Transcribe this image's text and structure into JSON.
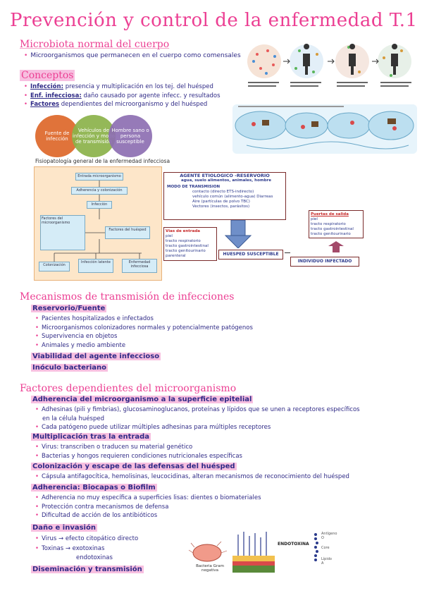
{
  "title": "Prevención y control de la enfermedad T.1",
  "microbiota": {
    "heading": "Microbiota normal del cuerpo",
    "bullet": "Microorganismos que permanecen en el cuerpo como comensales"
  },
  "conceptos": {
    "heading": "Conceptos",
    "items": [
      {
        "label": "Infección:",
        "text": "presencia y multiplicación en los tej. del huésped"
      },
      {
        "label": "Enf. infecciosa:",
        "text": "daño causado por agente infecc. y resultados"
      },
      {
        "label": "Factores",
        "text": "dependientes del microorganismo y del huésped"
      }
    ]
  },
  "venn": {
    "circles": [
      "Fuente de infección",
      "Vehículos de infección y modo de transmisión",
      "Hombre sano o persona susceptible"
    ],
    "caption": "Fisiopatología general de la enfermedad infecciosa"
  },
  "flow": {
    "boxes": [
      "Entrada microorganismo",
      "Adherencia y colonización",
      "Infección",
      "Factores del microorganismo",
      "Factores del huésped",
      "Colonización",
      "Infección latente",
      "Enfermedad infecciosa"
    ]
  },
  "etiologico": {
    "title": "AGENTE ETIOLOGICO -RESERVORIO",
    "subtitle": "agua, suelo alimentos, animales, hombre",
    "modo_title": "MODO DE TRANSMISION",
    "modo_lines": [
      "contacto (directo ETS-indirecto)",
      "vehículo común (alimento-agua) Diarreas",
      "Aire (partículas de polvo TBC)",
      "Vectores (insectos, parásitos)"
    ],
    "entrada_title": "Vías de entrada",
    "entrada_lines": [
      "piel",
      "tracto respiratorio",
      "tracto gastrointestinal",
      "tracto genitourinario",
      "parenteral"
    ],
    "salida_title": "Puertas de salida",
    "salida_lines": [
      "piel",
      "tracto respiratorio",
      "tracto gastrointestinal",
      "tracto genitourinario"
    ],
    "huesped": "HUESPED SUSCEPTIBLE",
    "infectado": "INDIVIDUO INFECTADO"
  },
  "mecanismos": {
    "heading": "Mecanismos de transmisión de infecciones",
    "reservorio": "Reservorio/Fuente",
    "bullets": [
      "Pacientes hospitalizados e infectados",
      "Microorganismos colonizadores normales y potencialmente patógenos",
      "Supervivencia en objetos",
      "Animales y medio ambiente"
    ],
    "viabilidad": "Viabilidad del agente infeccioso",
    "inoculo": "Inóculo bacteriano"
  },
  "factores": {
    "heading": "Factores dependientes del microorganismo",
    "adherencia": "Adherencia del microorganismo a la superficie epitelial",
    "adherencia_bullets": [
      "Adhesinas (pili y fimbrias), glucosaminoglucanos, proteínas y lípidos que se unen a receptores específicos",
      "en la célula huésped",
      "Cada patógeno puede utilizar múltiples adhesinas para múltiples receptores"
    ],
    "multiplicacion": "Multiplicación tras la entrada",
    "multiplicacion_bullets": [
      "Virus: transcriben o traducen su material genético",
      "Bacterias y hongos requieren condiciones nutricionales específicas"
    ],
    "colonizacion": "Colonización y escape de las defensas del huésped",
    "colonizacion_bullets": [
      "Cápsula antifagocítica, hemolisinas, leucocidinas, alteran mecanismos de reconocimiento del huésped"
    ],
    "biocapas": "Adherencia: Biocapas o Biofilm",
    "biocapas_bullets": [
      "Adherencia no muy específica a superficies lisas: dientes o biomateriales",
      "Protección contra mecanismos de defensa",
      "Dificultad de acción de los antibióticos"
    ],
    "dano": "Daño e invasión",
    "dano_virus": "Virus",
    "dano_virus_text": "efecto citopático directo",
    "dano_toxinas": "Toxinas",
    "dano_exo": "exotoxinas",
    "dano_endo": "endotoxinas",
    "diseminacion": "Diseminación y transmisión"
  },
  "figure_labels": {
    "endotoxina": "ENDOTOXINA",
    "bacteria": "Bacteria Gram negativa",
    "antigen": "Antígeno O",
    "core": "Core",
    "lipid": "Lípido A"
  }
}
